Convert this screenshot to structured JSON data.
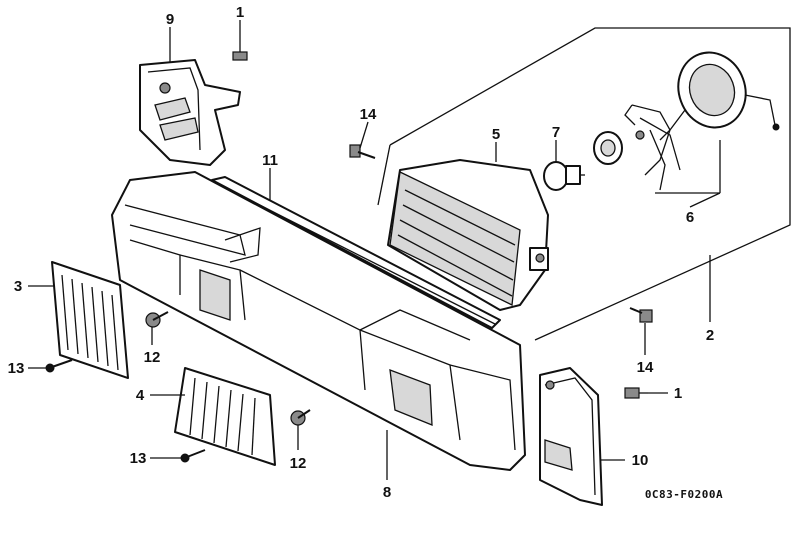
{
  "diagram": {
    "callouts": {
      "c1a": "1",
      "c1b": "1",
      "c2": "2",
      "c3": "3",
      "c4": "4",
      "c5": "5",
      "c6": "6",
      "c7": "7",
      "c8": "8",
      "c9": "9",
      "c10": "10",
      "c11": "11",
      "c12a": "12",
      "c12b": "12",
      "c13a": "13",
      "c13b": "13",
      "c14a": "14",
      "c14b": "14"
    },
    "diagram_code": "0C83-F0200A"
  }
}
